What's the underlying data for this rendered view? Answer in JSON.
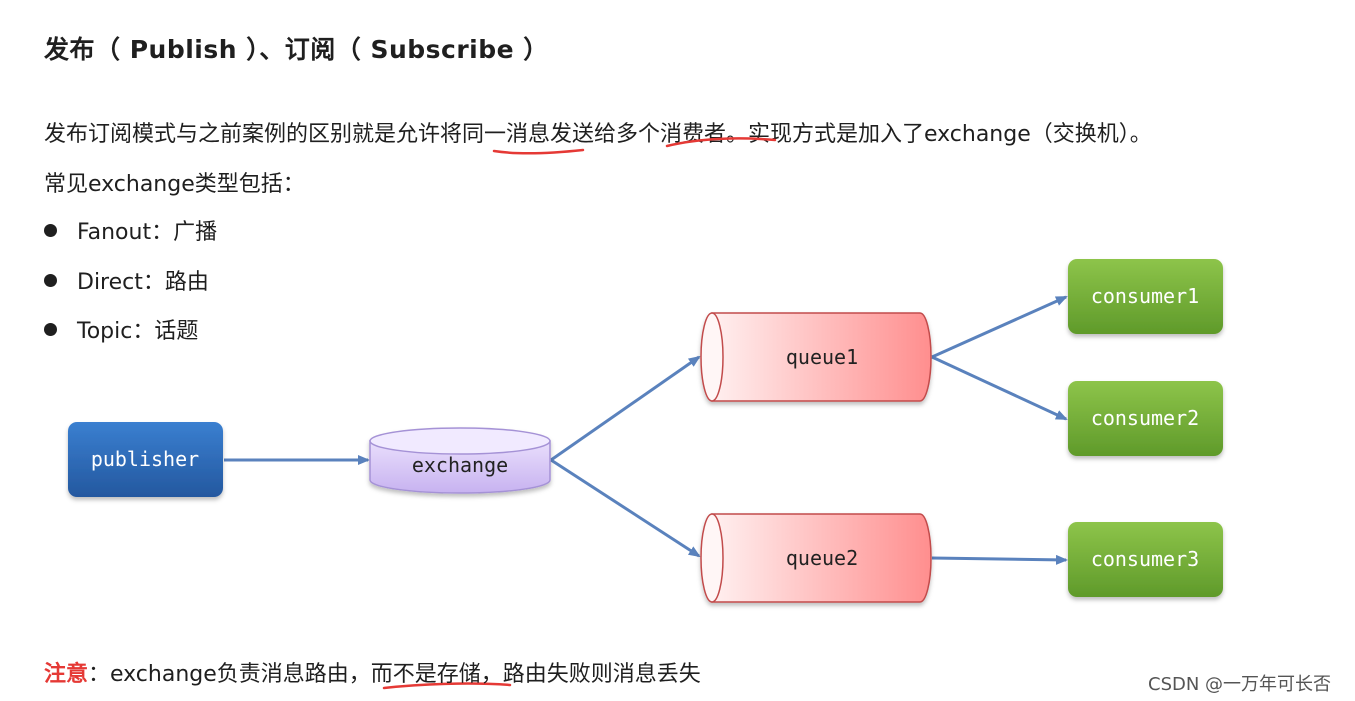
{
  "title": "发布（ Publish ）、订阅（ Subscribe ）",
  "paragraph1": "发布订阅模式与之前案例的区别就是允许将同一消息发送给多个消费者。实现方式是加入了exchange（交换机）。",
  "paragraph2": "常见exchange类型包括：",
  "bullets": [
    {
      "label": "Fanout：广播"
    },
    {
      "label": "Direct：路由"
    },
    {
      "label": "Topic：话题"
    }
  ],
  "diagram": {
    "publisher": "publisher",
    "exchange": "exchange",
    "queues": [
      "queue1",
      "queue2"
    ],
    "consumers": [
      "consumer1",
      "consumer2",
      "consumer3"
    ]
  },
  "note": {
    "label": "注意",
    "text": "：exchange负责消息路由，而不是存储，路由失败则消息丢失"
  },
  "watermark": "CSDN @一万年可长否",
  "colors": {
    "publisher": "#2e6bb8",
    "exchange": "#d7c8f5",
    "queue": "#ff9a9a",
    "consumer": "#7ab43a",
    "arrow": "#5a82bd",
    "annotation": "#e53935"
  }
}
